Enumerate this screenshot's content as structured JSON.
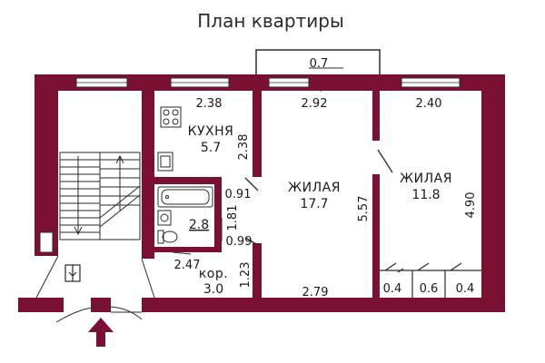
{
  "title": "План квартиры",
  "colors": {
    "wall": "#7a1133",
    "line": "#2a2a2a",
    "background": "#ffffff"
  },
  "rooms": {
    "kitchen": {
      "name": "КУХНЯ",
      "area": "5.7"
    },
    "living_large": {
      "name": "ЖИЛАЯ",
      "area": "17.7"
    },
    "living_small": {
      "name": "ЖИЛАЯ",
      "area": "11.8"
    },
    "bathroom": {
      "area": "2.8"
    },
    "corridor": {
      "name": "кор.",
      "area": "3.0"
    }
  },
  "dimensions": {
    "balcony": "0.7",
    "kitchen_width": "2.38",
    "kitchen_depth": "2.38",
    "living_large_top": "2.92",
    "living_small_top": "2.40",
    "living_small_depth": "4.90",
    "partition_length": "5.57",
    "bath_side": "0.91",
    "bath_width": "1.81",
    "bath_bottom": "0.99",
    "corridor_width": "2.47",
    "corridor_depth": "1.23",
    "living_large_bottom": "2.79",
    "closet_1": "0.4",
    "closet_2": "0.6",
    "closet_3": "0.4"
  },
  "icons": [
    "stairs-icon",
    "stove-icon",
    "bathtub-icon",
    "toilet-icon",
    "sink-icon",
    "entrance-arrow-icon",
    "door-icon"
  ]
}
